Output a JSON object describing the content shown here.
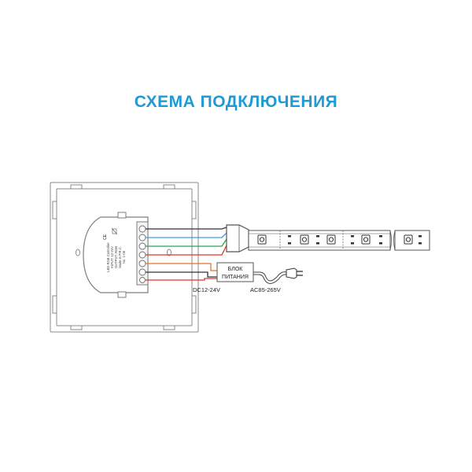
{
  "title": "СХЕМА ПОДКЛЮЧЕНИЯ",
  "controller": {
    "label_lines": [
      "LED RGB Controller",
      "INPUT: 12-24V",
      "OUTPUT: RGB",
      "Made in P.R.C.",
      "No. 1-08"
    ],
    "ce_mark": "CE"
  },
  "power_supply": {
    "label_lines": [
      "БЛОК",
      "ПИТАНИЯ"
    ],
    "dc_label": "DC12-24V",
    "ac_label": "AC85-265V"
  },
  "wire_colors": {
    "blue": "#3aa0dd",
    "green": "#2aa34a",
    "red": "#e0332a",
    "black": "#333333",
    "orange": "#e8722c",
    "outline": "#8a8a8a"
  }
}
